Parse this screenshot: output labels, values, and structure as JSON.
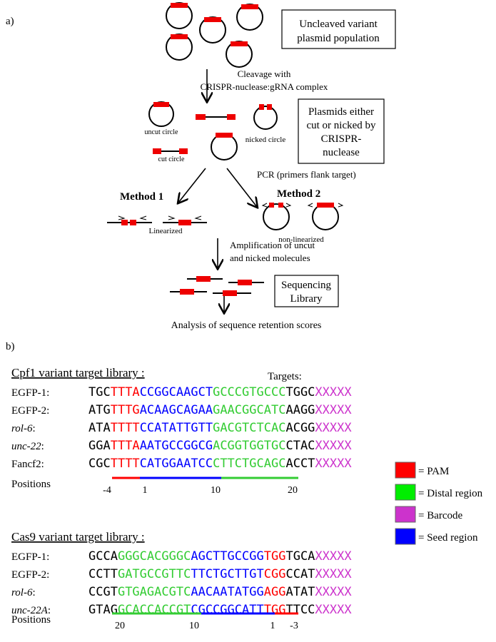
{
  "panel_a": {
    "label": "a)",
    "box_uncleaved": [
      "Uncleaved variant",
      "plasmid population"
    ],
    "cleavage_text": [
      "Cleavage with",
      "CRISPR-nuclease:gRNA complex"
    ],
    "uncut_circle": "uncut circle",
    "cut_circle": "cut circle",
    "nicked_circle": "nicked circle",
    "box_cut_nicked": [
      "Plasmids either",
      "cut or nicked by",
      "CRISPR-",
      "nuclease"
    ],
    "pcr_text": "PCR (primers flank target)",
    "method1": "Method 1",
    "method2": "Method 2",
    "linearized": "Linearized",
    "non_linearized": "non-linearized",
    "amplification_text": [
      "Amplification of uncut",
      "and nicked molecules"
    ],
    "box_library": [
      "Sequencing",
      "Library"
    ],
    "analysis_text": "Analysis of sequence retention scores"
  },
  "panel_b": {
    "label": "b)",
    "targets_header": "Targets:",
    "cpf1": {
      "title": "Cpf1 variant target library :",
      "rows": [
        {
          "name": "EGFP-1:",
          "italic": false,
          "seq": [
            "TGC",
            "TTTA",
            "CCGGCAAGCT",
            "GCCCGTGCCC",
            "TGGC",
            "XXXXX"
          ]
        },
        {
          "name": "EGFP-2:",
          "italic": false,
          "seq": [
            "ATG",
            "TTTG",
            "ACAAGCAGAA",
            "GAACGGCATC",
            "AAGG",
            "XXXXX"
          ]
        },
        {
          "name": "rol-6",
          "italic": true,
          "suffix": ":",
          "seq": [
            "ATA",
            "TTTT",
            "CCATATTGTT",
            "GACGTCTCAC",
            "ACGG",
            "XXXXX"
          ]
        },
        {
          "name": "unc-22",
          "italic": true,
          "suffix": ":",
          "seq": [
            "GGA",
            "TTTA",
            "AATGCCGGCG",
            "ACGGTGGTGC",
            "CTAC",
            "XXXXX"
          ]
        },
        {
          "name": "Fancf2:",
          "italic": false,
          "seq": [
            "CGC",
            "TTTT",
            "CATGGAATCC",
            "CTTCTGCAGC",
            "ACCT",
            "XXXXX"
          ]
        }
      ],
      "positions_label": "Positions",
      "position_ticks": [
        "-4",
        "1",
        "10",
        "20"
      ]
    },
    "cas9": {
      "title": "Cas9 variant target library :",
      "rows": [
        {
          "name": "EGFP-1:",
          "italic": false,
          "seq": [
            "GCCA",
            "GGGCACGGGC",
            "AGCTTGCCGG",
            "TGG",
            "TGCA",
            "XXXXX"
          ]
        },
        {
          "name": "EGFP-2:",
          "italic": false,
          "seq": [
            "CCTT",
            "GATGCCGTTC",
            "TTCTGCTTGT",
            "CGG",
            "CCAT",
            "XXXXX"
          ]
        },
        {
          "name": "rol-6",
          "italic": true,
          "suffix": ":",
          "seq": [
            "CCGT",
            "GTGAGACGTC",
            "AACAATATGG",
            "AGG",
            "ATAT",
            "XXXXX"
          ]
        },
        {
          "name": "unc-22A",
          "italic": true,
          "suffix": ":",
          "seq": [
            "GTAG",
            "GCACCACCGT",
            "CGCCGGCATT",
            "TGG",
            "TTCC",
            "XXXXX"
          ]
        }
      ],
      "positions_label": "Positions",
      "position_ticks": [
        "20",
        "10",
        "1",
        "-3"
      ]
    },
    "legend": [
      {
        "label": "= PAM",
        "color": "#ff0000"
      },
      {
        "label": "= Distal region",
        "color": "#00ee00"
      },
      {
        "label": "= Barcode",
        "color": "#cc33cc"
      },
      {
        "label": "= Seed region",
        "color": "#0000ff"
      }
    ]
  },
  "colors": {
    "pam": "#ff0000",
    "distal": "#33cc33",
    "seed": "#0000ff",
    "barcode": "#cc33cc",
    "flank": "#000000",
    "plasmid_mark": "#ff0000"
  }
}
